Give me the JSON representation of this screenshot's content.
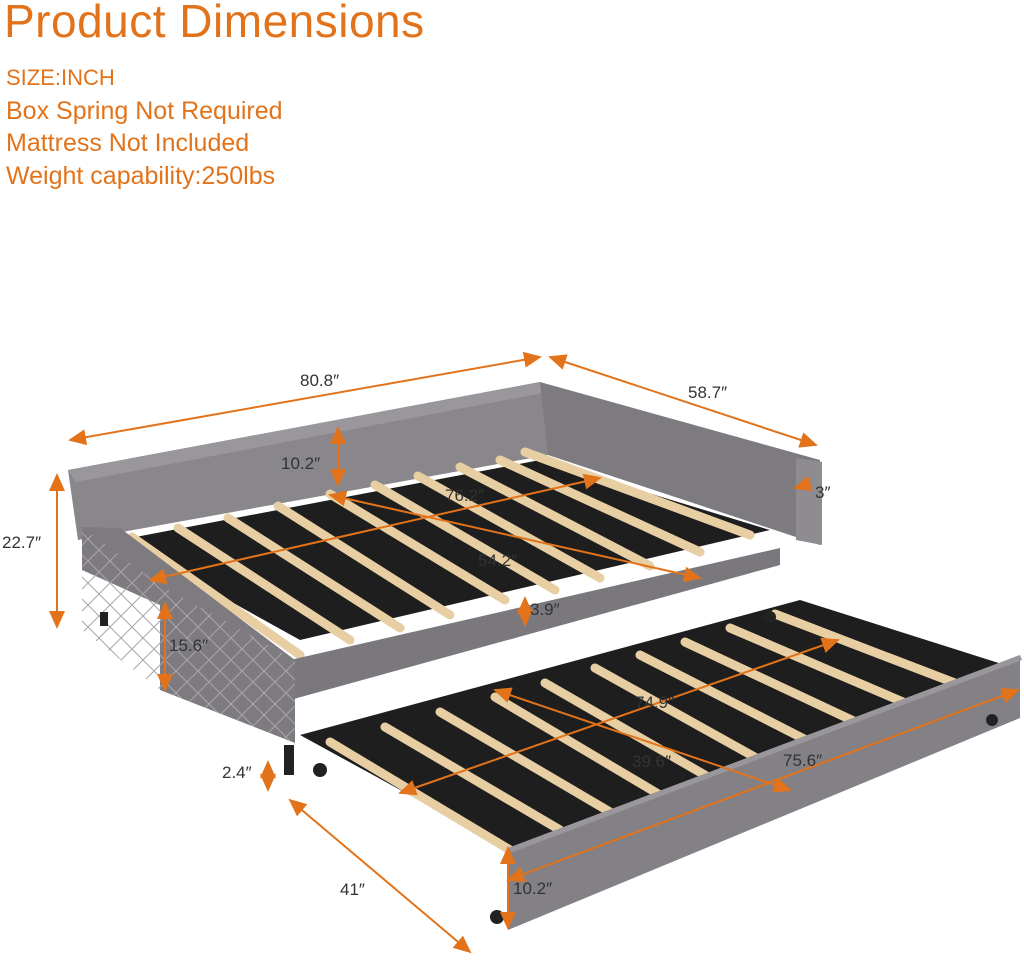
{
  "title": "Product Dimensions",
  "specs": [
    "SIZE:INCH",
    "Box Spring Not Required",
    "Mattress Not Included",
    "Weight capability:250lbs"
  ],
  "dimensions": {
    "overall_length": "80.8″",
    "overall_width": "58.7″",
    "overall_height": "22.7″",
    "backrest_height": "10.2″",
    "armrest_thickness": "3″",
    "inner_length": "76.2″",
    "inner_width": "54.2″",
    "frame_to_slat": "3.9″",
    "side_height": "15.6″",
    "trundle_inner_length": "74.9″",
    "trundle_inner_width": "39.6″",
    "trundle_length": "75.6″",
    "trundle_clearance": "2.4″",
    "trundle_width": "41″",
    "trundle_panel_height": "10.2″"
  },
  "colors": {
    "accent": "#e2731a",
    "upholstery": "#7e7b80",
    "slat": "#e8cfa3",
    "frame": "#1e1e1e"
  }
}
